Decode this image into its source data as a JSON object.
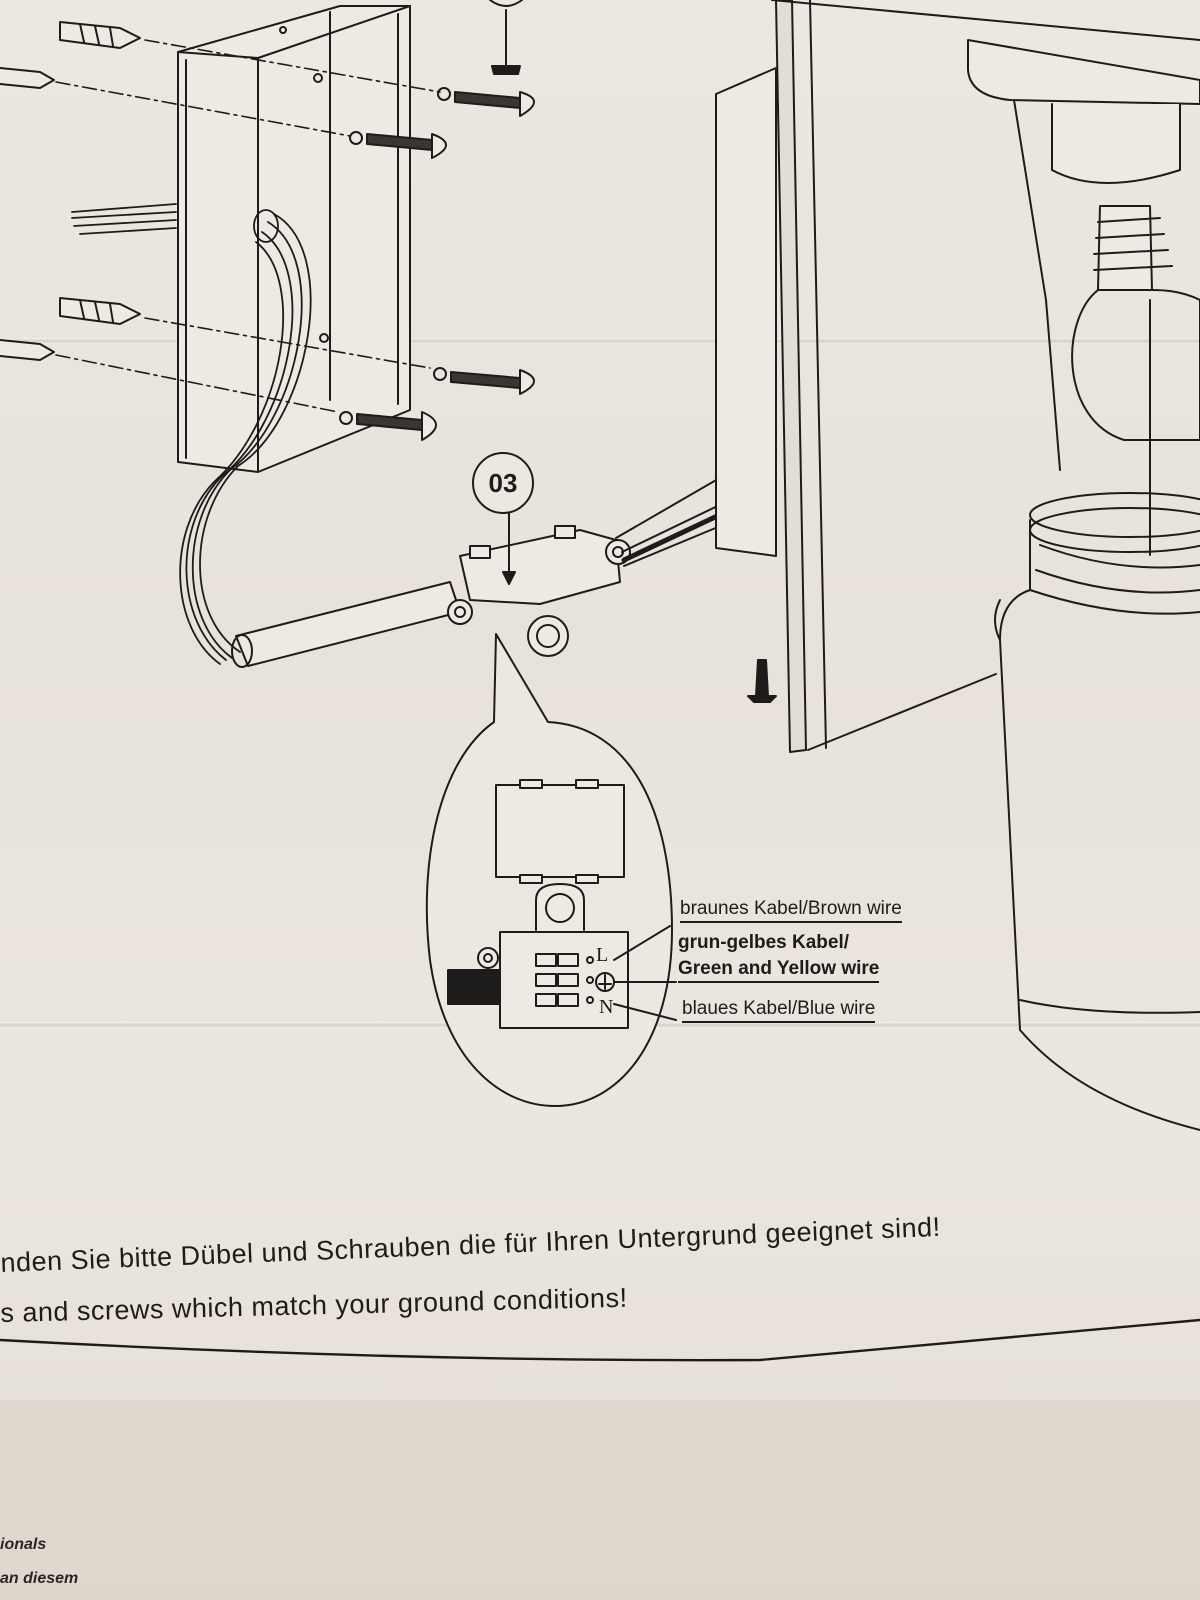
{
  "callout": {
    "step_number": "03"
  },
  "terminals": {
    "live": "L",
    "neutral": "N",
    "earth": "⏚"
  },
  "wire_labels": {
    "brown": "braunes Kabel/Brown wire",
    "green_yellow_line1": "grun-gelbes  Kabel/",
    "green_yellow_line2": "Green and Yellow wire",
    "blue": "blaues Kabel/Blue wire"
  },
  "footnote": {
    "german": "nden Sie bitte Dübel und Schrauben die für Ihren Untergrund geeignet sind!",
    "english": "s and screws which match your ground conditions!"
  },
  "corner_text": {
    "line1": "ionals",
    "line2": "an diesem"
  }
}
